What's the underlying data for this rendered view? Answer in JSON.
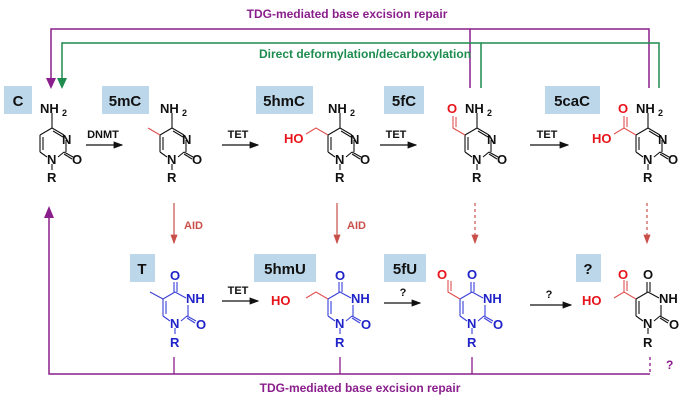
{
  "colors": {
    "purple": "#8a1e8c",
    "green": "#1e8c4e",
    "label_box": "#bcd6ea",
    "modification_red": "#e8141b",
    "uracil_blue": "#1f23c8",
    "aid_arrow": "#c9504a"
  },
  "pathways": {
    "top_tdg": "TDG-mediated base excision repair",
    "direct": "Direct deformylation/decarboxylation",
    "bottom_tdg": "TDG-mediated base excision repair",
    "bottom_question": "?"
  },
  "enzymes": {
    "dnmt": "DNMT",
    "tet1": "TET",
    "tet2": "TET",
    "tet3": "TET",
    "tet4": "TET",
    "aid1": "AID",
    "aid2": "AID",
    "q1": "?",
    "q2": "?"
  },
  "bases": [
    {
      "id": "C",
      "label": "C",
      "row": "top"
    },
    {
      "id": "5mC",
      "label": "5mC",
      "row": "top"
    },
    {
      "id": "5hmC",
      "label": "5hmC",
      "row": "top"
    },
    {
      "id": "5fC",
      "label": "5fC",
      "row": "top"
    },
    {
      "id": "5caC",
      "label": "5caC",
      "row": "top"
    },
    {
      "id": "T",
      "label": "T",
      "row": "bottom"
    },
    {
      "id": "5hmU",
      "label": "5hmU",
      "row": "bottom"
    },
    {
      "id": "5fU",
      "label": "5fU",
      "row": "bottom"
    },
    {
      "id": "5caU",
      "label": "?",
      "row": "bottom"
    }
  ],
  "atoms": {
    "NH2": "NH",
    "NH2_sub": "2",
    "N": "N",
    "O": "O",
    "R": "R",
    "NH": "NH",
    "HO": "HO"
  }
}
